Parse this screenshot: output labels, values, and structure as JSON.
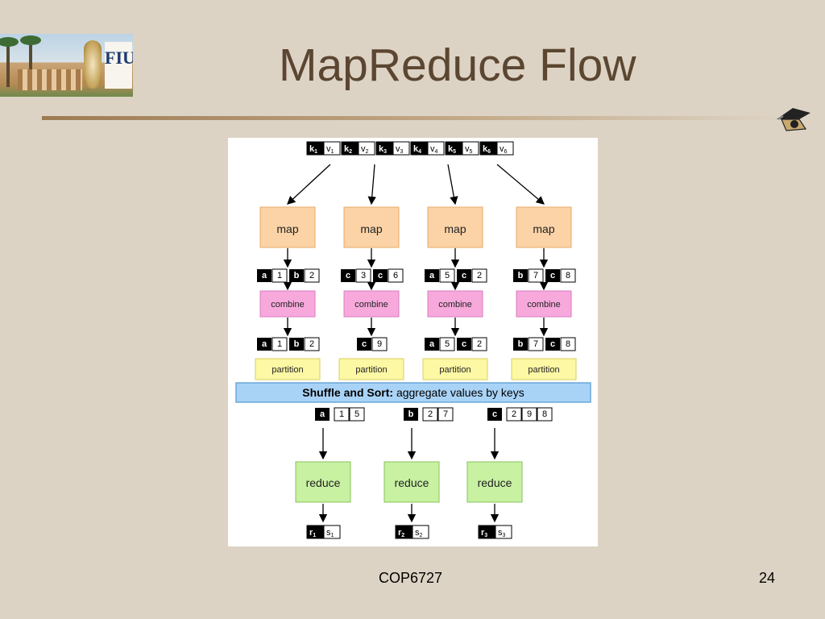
{
  "slide": {
    "title": "MapReduce Flow",
    "footer_left": "COP6727",
    "footer_right": "24",
    "logo_text": "FIU"
  },
  "diagram": {
    "inputs": [
      {
        "k": "k",
        "kn": "1",
        "v": "v",
        "vn": "1"
      },
      {
        "k": "k",
        "kn": "2",
        "v": "v",
        "vn": "2"
      },
      {
        "k": "k",
        "kn": "3",
        "v": "v",
        "vn": "3"
      },
      {
        "k": "k",
        "kn": "4",
        "v": "v",
        "vn": "4"
      },
      {
        "k": "k",
        "kn": "5",
        "v": "v",
        "vn": "5"
      },
      {
        "k": "k",
        "kn": "6",
        "v": "v",
        "vn": "6"
      }
    ],
    "map_label": "map",
    "combine_label": "combine",
    "partition_label": "partition",
    "map_outputs": [
      [
        [
          "a",
          "1"
        ],
        [
          "b",
          "2"
        ]
      ],
      [
        [
          "c",
          "3"
        ],
        [
          "c",
          "6"
        ]
      ],
      [
        [
          "a",
          "5"
        ],
        [
          "c",
          "2"
        ]
      ],
      [
        [
          "b",
          "7"
        ],
        [
          "c",
          "8"
        ]
      ]
    ],
    "combine_outputs": [
      [
        [
          "a",
          "1"
        ],
        [
          "b",
          "2"
        ]
      ],
      [
        [
          "c",
          "9"
        ]
      ],
      [
        [
          "a",
          "5"
        ],
        [
          "c",
          "2"
        ]
      ],
      [
        [
          "b",
          "7"
        ],
        [
          "c",
          "8"
        ]
      ]
    ],
    "shuffle_bold": "Shuffle and Sort:",
    "shuffle_rest": " aggregate values by keys",
    "grouped": [
      {
        "key": "a",
        "values": [
          "1",
          "5"
        ]
      },
      {
        "key": "b",
        "values": [
          "2",
          "7"
        ]
      },
      {
        "key": "c",
        "values": [
          "2",
          "9",
          "8"
        ]
      }
    ],
    "reduce_label": "reduce",
    "outputs": [
      {
        "k": "r",
        "kn": "1",
        "v": "s",
        "vn": "1"
      },
      {
        "k": "r",
        "kn": "2",
        "v": "s",
        "vn": "2"
      },
      {
        "k": "r",
        "kn": "3",
        "v": "s",
        "vn": "3"
      }
    ],
    "colors": {
      "map": "#fbd3a6",
      "map_border": "#e9a867",
      "combine": "#f7a9dc",
      "combine_border": "#d97cbf",
      "partition": "#fdf8a4",
      "partition_border": "#d9cf5c",
      "shuffle": "#a9d3f6",
      "shuffle_border": "#6aa7d8",
      "reduce": "#c8f1a2",
      "reduce_border": "#86c35e"
    }
  }
}
